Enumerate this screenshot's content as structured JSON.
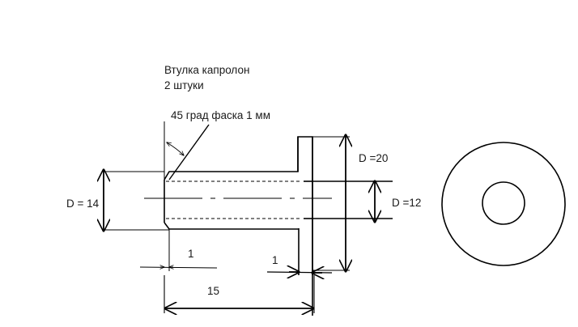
{
  "title": {
    "line1": "Втулка капролон",
    "line2": "2 штуки"
  },
  "chamfer_note": "45 град фаска 1 мм",
  "dimensions": {
    "outer_diameter_left": "D = 14",
    "flange_diameter": "D =20",
    "inner_diameter": "D =12",
    "chamfer_width": "1",
    "flange_thickness": "1",
    "total_length": "15"
  }
}
